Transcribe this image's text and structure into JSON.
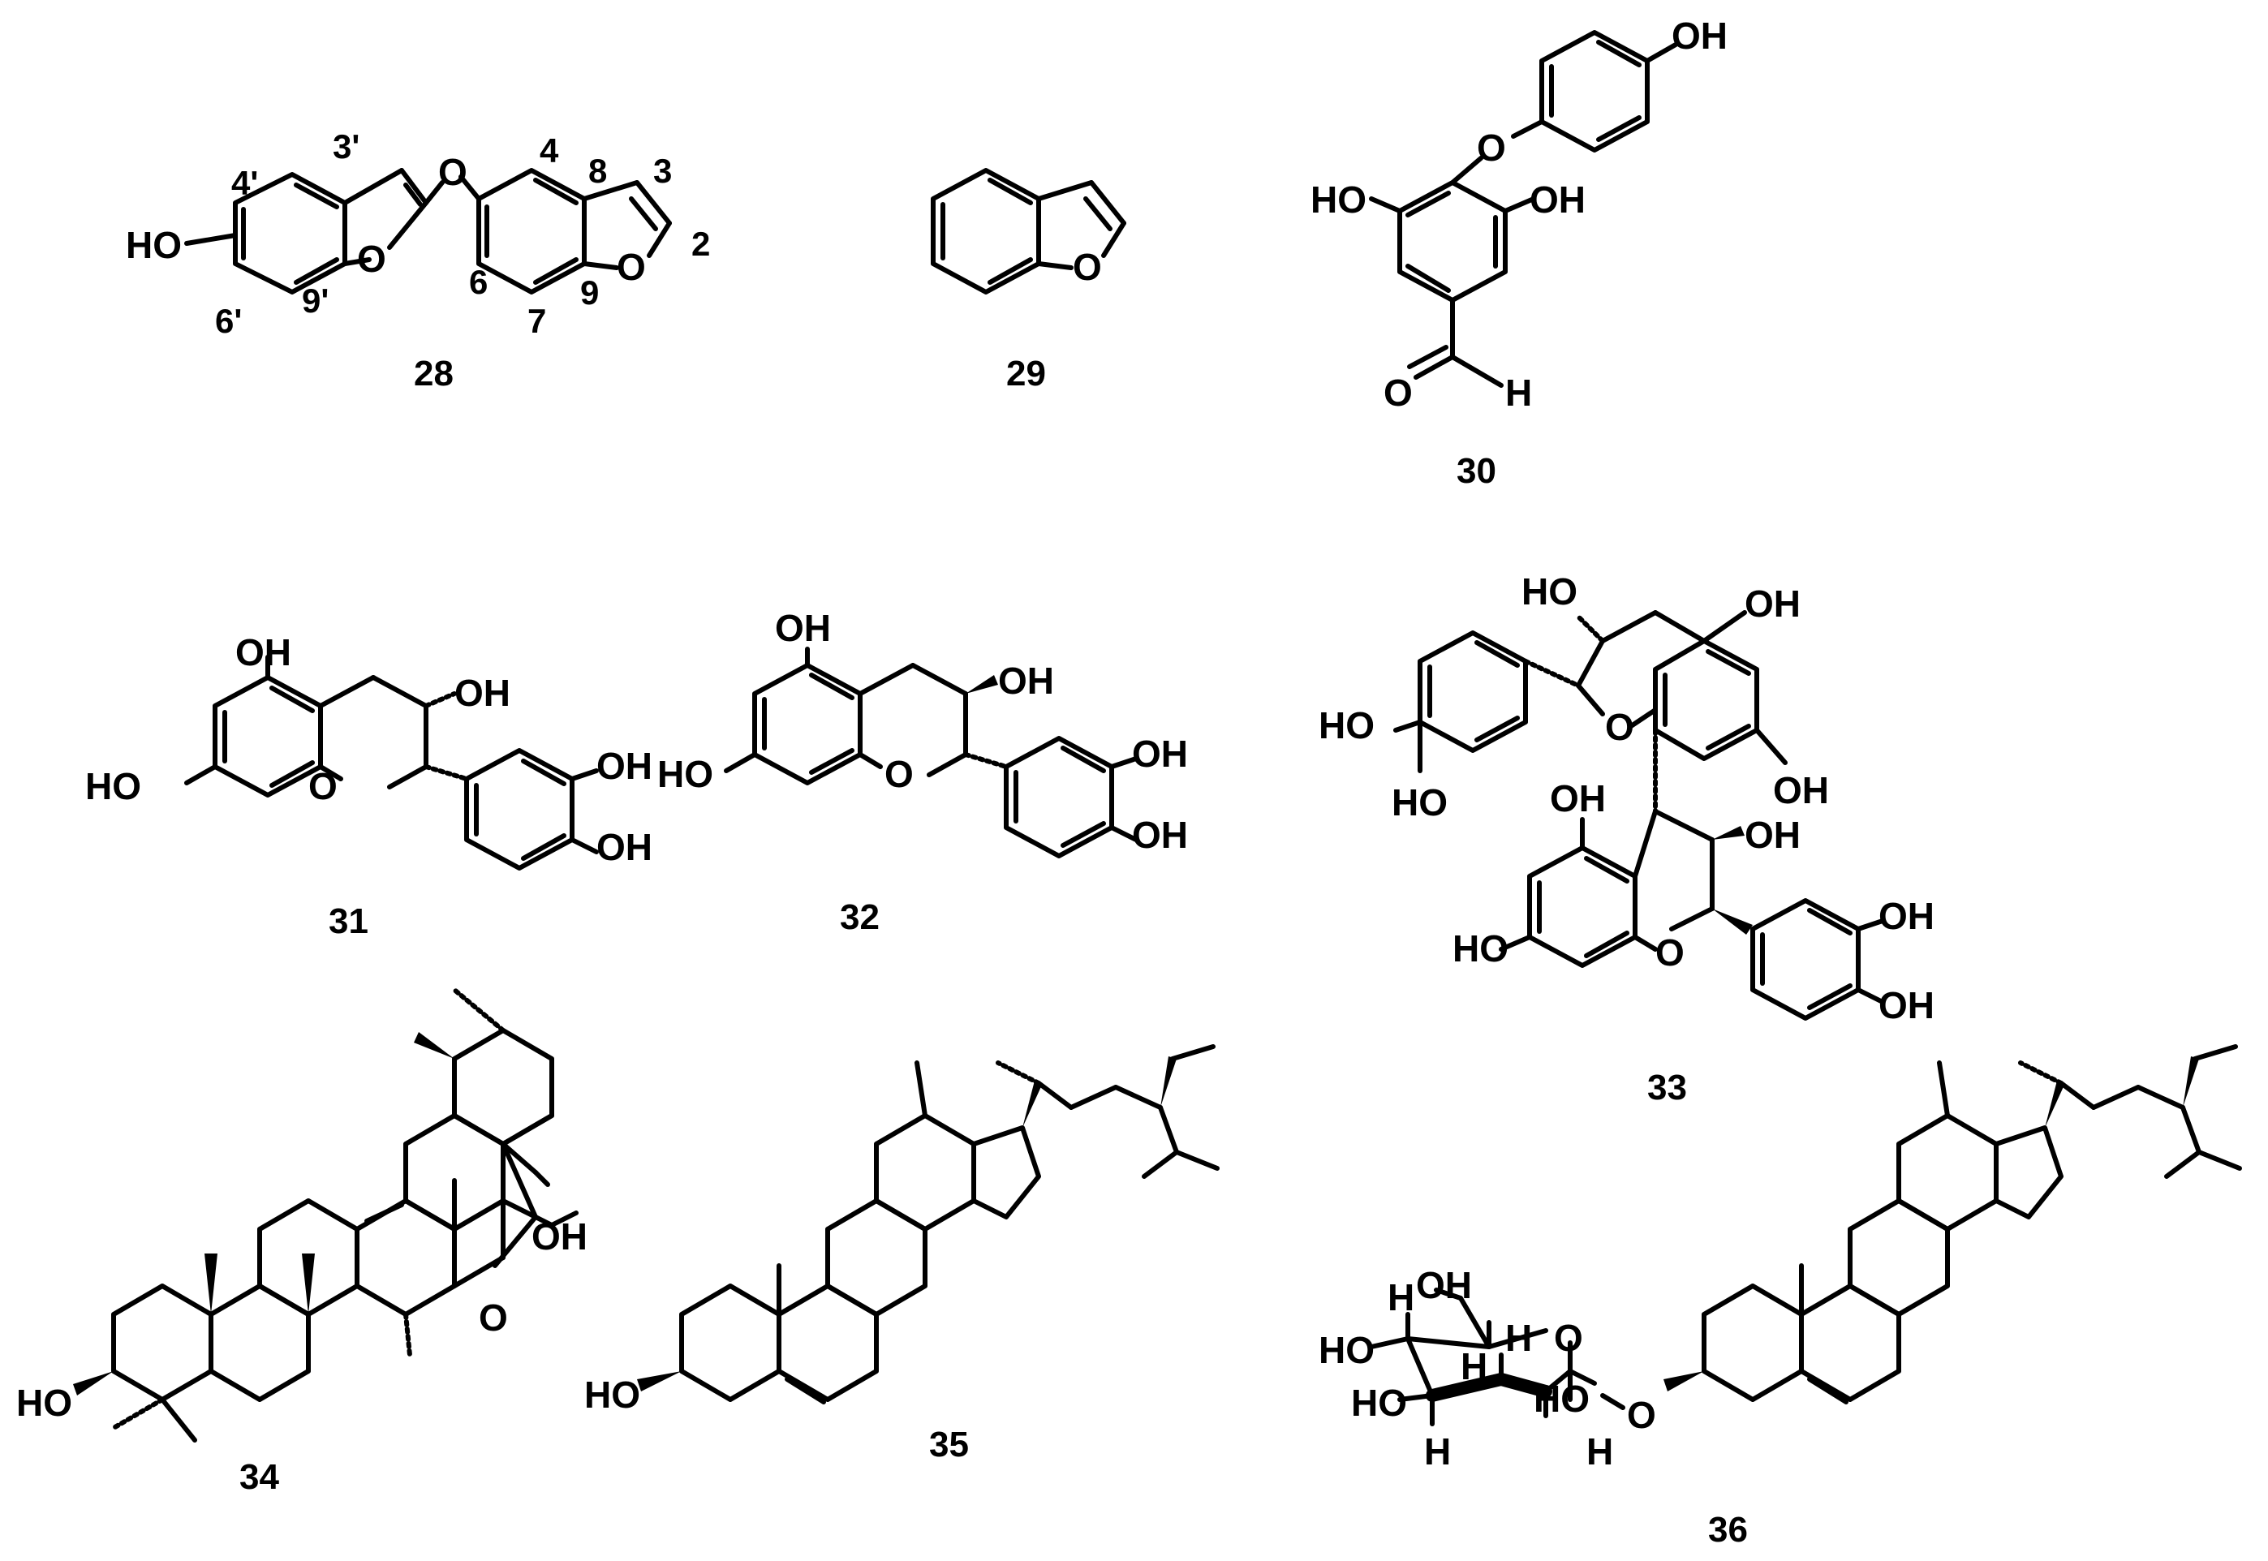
{
  "figure": {
    "compounds": [
      {
        "id": "28",
        "label": "28",
        "groups": [
          "HO",
          "O",
          "O",
          "O"
        ],
        "atom_numbers": [
          "3'",
          "4'",
          "6'",
          "9'",
          "4",
          "8",
          "3",
          "2",
          "6",
          "7",
          "9"
        ]
      },
      {
        "id": "29",
        "label": "29",
        "groups": [
          "O"
        ]
      },
      {
        "id": "30",
        "label": "30",
        "groups": [
          "OH",
          "O",
          "HO",
          "OH",
          "O",
          "H"
        ]
      },
      {
        "id": "31",
        "label": "31",
        "groups": [
          "OH",
          "OH",
          "HO",
          "O",
          "OH",
          "OH"
        ]
      },
      {
        "id": "32",
        "label": "32",
        "groups": [
          "OH",
          "OH",
          "HO",
          "O",
          "OH",
          "OH"
        ]
      },
      {
        "id": "33",
        "label": "33",
        "groups": [
          "HO",
          "OH",
          "HO",
          "O",
          "HO",
          "OH",
          "OH",
          "OH",
          "HO",
          "O",
          "OH",
          "OH"
        ]
      },
      {
        "id": "34",
        "label": "34",
        "groups": [
          "HO",
          "OH",
          "O"
        ]
      },
      {
        "id": "35",
        "label": "35",
        "groups": [
          "HO"
        ]
      },
      {
        "id": "36",
        "label": "36",
        "groups": [
          "OH",
          "H",
          "H",
          "O",
          "HO",
          "HO",
          "H",
          "HO",
          "H",
          "H",
          "O"
        ]
      }
    ]
  },
  "colors": {
    "ink": "#000000",
    "background": "#ffffff"
  }
}
